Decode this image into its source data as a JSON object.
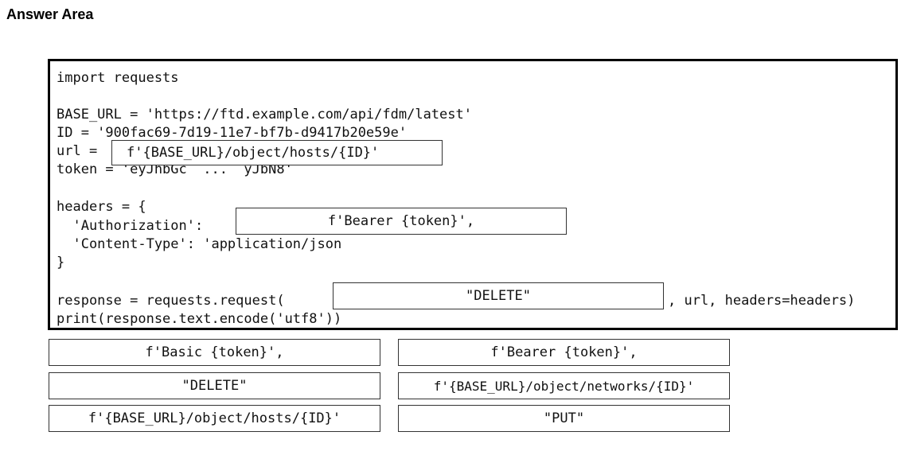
{
  "title": "Answer Area",
  "code": {
    "line_import": "import requests",
    "line_base_url": "BASE_URL = 'https://ftd.example.com/api/fdm/latest'",
    "line_id": "ID = '900fac69-7d19-11e7-bf7b-d9417b20e59e'",
    "line_url_prefix": "url = ",
    "line_token": "token = 'eyJhbGc  ...  yJbN8'",
    "line_headers_open": "headers = {",
    "line_auth_key": "  'Authorization':",
    "line_content_type": "  'Content-Type': 'application/json",
    "line_headers_close": "}",
    "line_response_prefix": "response = requests.request(",
    "line_response_suffix": ", url, headers=headers)",
    "line_print": "print(response.text.encode('utf8'))"
  },
  "slots": {
    "url": "f'{BASE_URL}/object/hosts/{ID}'",
    "authorization": "f'Bearer {token}',",
    "method": "\"DELETE\""
  },
  "options": {
    "basic_token": "f'Basic {token}',",
    "bearer_token": "f'Bearer {token}',",
    "delete": "\"DELETE\"",
    "networks_url": "f'{BASE_URL}/object/networks/{ID}'",
    "hosts_url": "f'{BASE_URL}/object/hosts/{ID}'",
    "put": "\"PUT\""
  }
}
